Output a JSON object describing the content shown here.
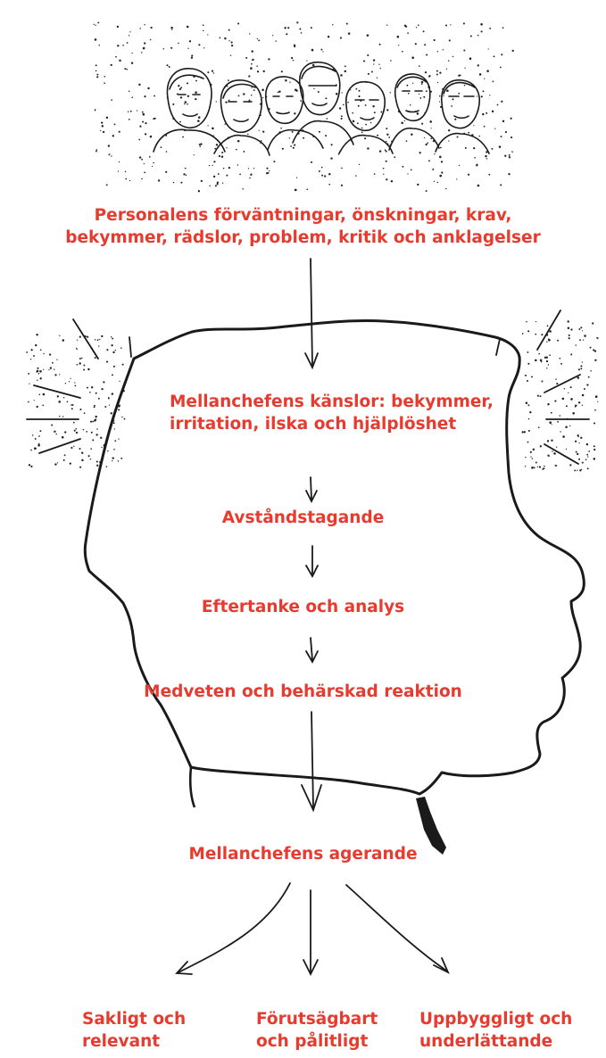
{
  "labels": {
    "top_line1": "Personalens förväntningar, önskningar, krav,",
    "top_line2": "bekymmer, rädslor, problem, kritik och anklagelser",
    "feelings_line1": "Mellanchefens känslor: bekymmer,",
    "feelings_line2": "irritation, ilska och hjälplöshet",
    "step_distance": "Avståndstagande",
    "step_reflection": "Eftertanke och analys",
    "step_reaction": "Medveten och behärskad reaktion",
    "step_action": "Mellanchefens agerande",
    "out1_line1": "Sakligt och",
    "out1_line2": "relevant",
    "out2_line1": "Förutsägbart",
    "out2_line2": "och pålitligt",
    "out3_line1": "Uppbyggligt och",
    "out3_line2": "underlättande"
  },
  "colors": {
    "label": "#e63b2e",
    "ink": "#1a1a1a"
  },
  "icons": {
    "crowd": "crowd-of-faces-sketch",
    "head": "head-profile-outline",
    "arrows": "hand-drawn-down-arrow"
  }
}
